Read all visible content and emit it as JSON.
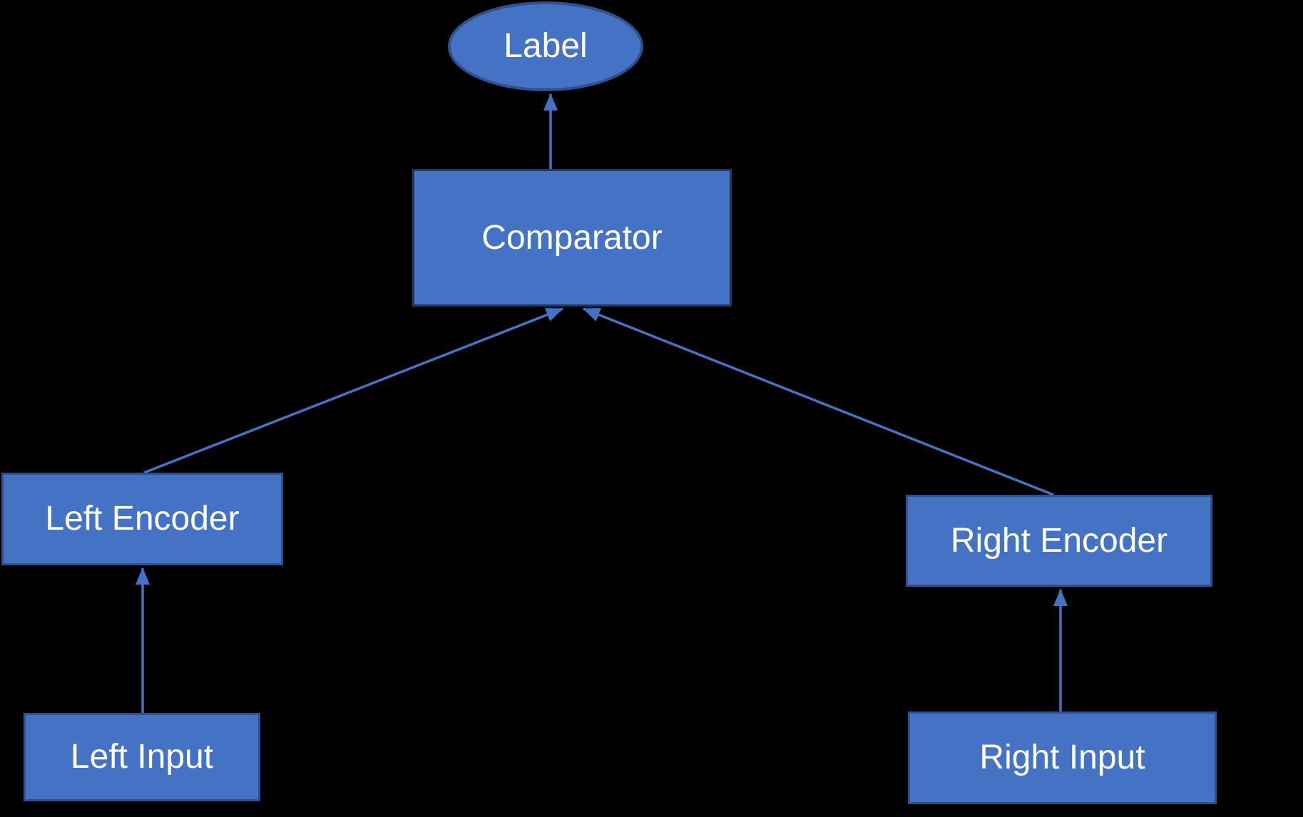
{
  "diagram": {
    "colors": {
      "canvas_bg": "#000000",
      "node_fill": "#4472C4",
      "node_border": "#2F528F",
      "comparator_border": "#1F3864",
      "arrow": "#4472C4",
      "text": "#FFFFFF"
    },
    "nodes": {
      "label": {
        "text": "Label",
        "shape": "ellipse"
      },
      "comparator": {
        "text": "Comparator",
        "shape": "rect"
      },
      "left_encoder": {
        "text": "Left Encoder",
        "shape": "rect"
      },
      "right_encoder": {
        "text": "Right Encoder",
        "shape": "rect"
      },
      "left_input": {
        "text": "Left Input",
        "shape": "rect"
      },
      "right_input": {
        "text": "Right Input",
        "shape": "rect"
      }
    },
    "edges": [
      {
        "from": "comparator",
        "to": "label"
      },
      {
        "from": "left_encoder",
        "to": "comparator"
      },
      {
        "from": "right_encoder",
        "to": "comparator"
      },
      {
        "from": "left_input",
        "to": "left_encoder"
      },
      {
        "from": "right_input",
        "to": "right_encoder"
      }
    ]
  }
}
